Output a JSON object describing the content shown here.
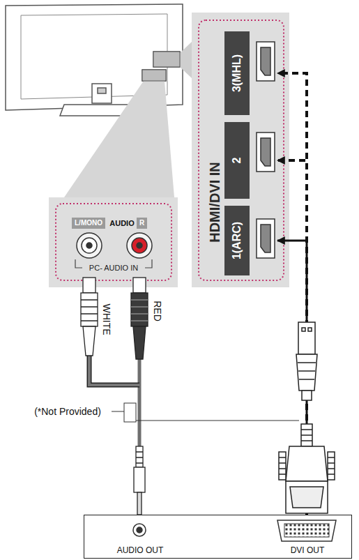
{
  "diagram": {
    "nodes": [
      {
        "text": [
          "HDMI/DVI IN"
        ]
      },
      {
        "text": [
          "3(MHL)"
        ],
        "in": 0
      },
      {
        "text": [
          "2"
        ],
        "in": 0
      },
      {
        "text": [
          "1(ARC)"
        ],
        "in": 0
      },
      {
        "text": [
          "L/MONO",
          "AUDIO",
          "R",
          "PC- AUDIO IN"
        ]
      },
      {
        "text": [
          "AUDIO OUT",
          "DVI OUT"
        ]
      }
    ],
    "edges": [
      {
        "from": 5,
        "to": 3,
        "arrow": "to"
      },
      {
        "from": 5,
        "to": 2,
        "arrow": "to"
      },
      {
        "from": 5,
        "to": 1,
        "arrow": "to"
      },
      {
        "from": 5,
        "to": 4,
        "arrow": "none"
      }
    ],
    "labels": [
      "WHITE",
      "RED",
      "(*Not Provided)"
    ]
  }
}
